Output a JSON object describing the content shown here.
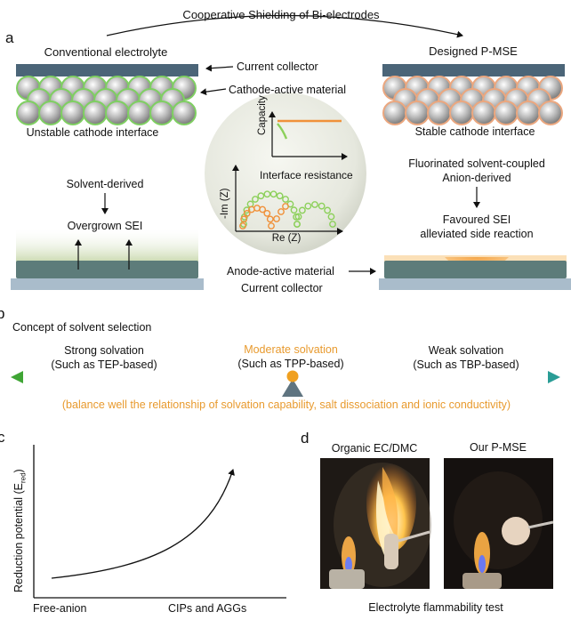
{
  "title": "Cooperative Shielding of Bi-electrodes",
  "panel_a": {
    "letter": "a",
    "left_heading": "Conventional electrolyte",
    "right_heading": "Designed P-MSE",
    "current_collector": "Current collector",
    "cathode_active": "Cathode-active material",
    "unstable": "Unstable cathode interface",
    "stable": "Stable cathode interface",
    "solvent_derived": "Solvent-derived",
    "overgrown": "Overgrown SEI",
    "fluorinated_1": "Fluorinated solvent-coupled",
    "fluorinated_2": "Anion-derived",
    "favoured_1": "Favoured SEI",
    "favoured_2": "alleviated side reaction",
    "anode_active": "Anode-active material",
    "current_collector_2": "Current collector",
    "inset": {
      "capacity": "Capacity",
      "interface_resistance": "Interface resistance",
      "im_z": "-Im (Z)",
      "re_z": "Re (Z)",
      "colors": {
        "orange": "#f0913a",
        "green": "#8cd05a"
      }
    }
  },
  "panel_b": {
    "letter": "b",
    "heading": "Concept of solvent selection",
    "strong": "Strong solvation",
    "strong_sub": "(Such as TEP-based)",
    "moderate": "Moderate solvation",
    "moderate_sub": "(Such as TPP-based)",
    "weak": "Weak solvation",
    "weak_sub": "(Such as TBP-based)",
    "balance": "(balance well the relationship of solvation capability, salt dissociation and ionic conductivity)",
    "colors": {
      "start": "#3fa535",
      "mid": "#f0a020",
      "end": "#2a9d96"
    }
  },
  "panel_c": {
    "letter": "c",
    "ylabel_main": "Reduction potential (E",
    "ylabel_sub": "red",
    "ylabel_close": ")",
    "x_left": "Free-anion",
    "x_right": "CIPs and AGGs"
  },
  "panel_d": {
    "letter": "d",
    "left_caption": "Organic EC/DMC",
    "right_caption": "Our P-MSE",
    "bottom_caption": "Electrolyte flammability test"
  }
}
